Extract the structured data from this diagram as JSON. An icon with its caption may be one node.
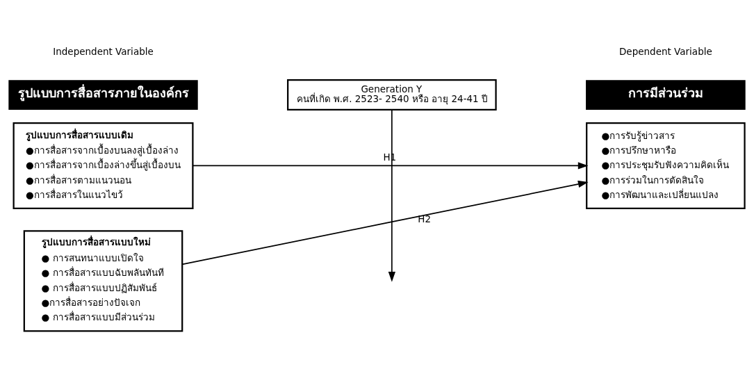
{
  "diagram": {
    "nodes": [
      {
        "text": [
          "รูปแบบการสื่อสารภายในองค์กร"
        ]
      },
      {
        "text": [
          "รูปแบบการสื่อสารแบบเดิม",
          "●การสื่อสารจากเบื้องบนลงสู่เบื้องล่าง",
          "●การสื่อสารจากเบื้องล่างขึ้นสู่เบื้องบน",
          "●การสื่อสารตามแนวนอน",
          "●การสื่อสารในแนวไขว้"
        ]
      },
      {
        "text": [
          "รูปแบบการสื่อสารแบบใหม่",
          "● การสนทนาแบบเปิดใจ",
          "● การสื่อสารแบบฉับพลันทันที",
          "● การสื่อสารแบบปฏิสัมพันธ์",
          "●การสื่อสารอย่างปัจเจก",
          "● การสื่อสารแบบมีส่วนร่วม"
        ]
      },
      {
        "text": [
          "Generation Y",
          "คนที่เกิด พ.ศ. 2523- 2540 หรือ อายุ 24-41 ปี"
        ]
      },
      {
        "text": [
          "การมีส่วนร่วม"
        ]
      },
      {
        "text": [
          "●การรับรู้ข่าวสาร",
          "●การปรึกษาหารือ",
          "●การประชุมรับฟังความคิดเห็น",
          "●การร่วมในการตัดสินใจ",
          "●การพัฒนาและเปลี่ยนแปลง"
        ]
      }
    ],
    "edges": [
      {
        "from": 1,
        "to": 5,
        "arrow": "to",
        "label": "H1"
      },
      {
        "from": 2,
        "to": 5,
        "arrow": "to",
        "label": "H2"
      },
      {
        "from": 3,
        "to": null,
        "arrow": "to"
      }
    ],
    "labels": [
      "Independent Variable",
      "Dependent Variable"
    ]
  }
}
